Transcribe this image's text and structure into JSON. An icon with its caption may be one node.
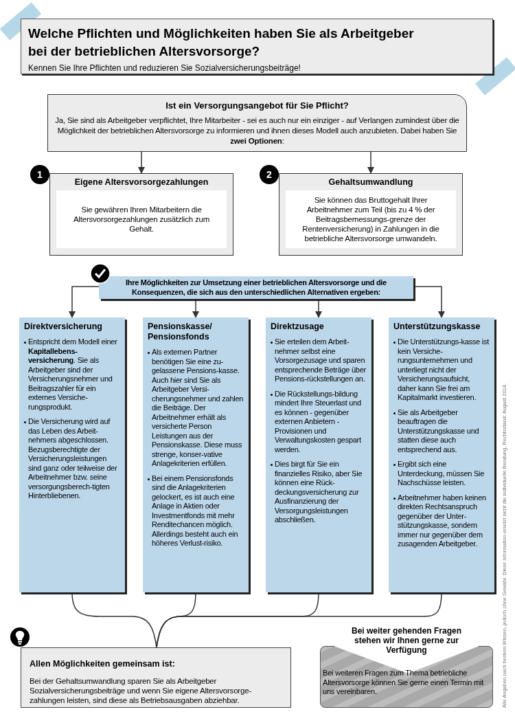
{
  "diagram": {
    "nodes": [
      {
        "text": [
          "Welche Pflichten und Möglichkeiten haben Sie als Arbeitgeber bei der betrieblichen Altersvorsorge?",
          "Kennen Sie Ihre Pflichten und reduzieren Sie Sozialversicherungsbeiträge!"
        ]
      },
      {
        "text": [
          "Ist ein Versorgungsangebot für Sie Pflicht?",
          "Ja, Sie sind als Arbeitgeber verpflichtet, Ihre Mitarbeiter - sei es auch nur ein einziger - auf Verlangen zumindest über die Möglichkeit der betrieblichen Altersvorsorge zu informieren und ihnen dieses Modell auch anzubieten. Dabei haben Sie **zwei Optionen**:"
        ]
      },
      {
        "text": [
          "Eigene Altersvorsorgezahlungen",
          "Sie gewähren Ihren Mitarbeitern die Altersvorsorgezahlungen zusätzlich zum Gehalt."
        ],
        "beside": [
          "1"
        ]
      },
      {
        "text": [
          "Gehaltsumwandlung",
          "Sie können das Bruttogehalt Ihrer Arbeitnehmer zum Teil (bis zu 4 % der Beitragsbemessungs-grenze der Rentenversicherung) in Zahlungen in die betriebliche Altersvorsorge umwandeln."
        ],
        "beside": [
          "2"
        ]
      },
      {
        "text": [
          "Ihre Möglichkeiten zur Umsetzung einer betrieblichen Altersvorsorge und die Konsequenzen, die sich aus den unterschiedlichen Alternativen ergeben:"
        ]
      },
      {
        "text": [
          "Direktversicherung",
          "Entspricht dem Modell einer **Kapitallebens-versicherung**. Sie als Arbeitgeber sind der Versicherungsnehmer und Beitragszahler für ein externes Versiche-rungsprodukt.",
          "Die Versicherung wird auf das Leben des Arbeit-nehmers abgeschlossen. Bezugsberechtigte der Versicherungsleistungen sind ganz oder teilweise der Arbeitnehmer bzw. seine versorgungsberech-tigten Hinterbliebenen."
        ]
      },
      {
        "text": [
          "Pensionskasse/ Pensionsfonds",
          "Als externen Partner benötigen Sie eine zu-gelassene Pensions-kasse. Auch hier sind Sie als Arbeitgeber Versi-cherungsnehmer und zahlen die Beiträge. Der Arbeitnehmer erhält als versicherte Person Leistungen aus der Pensionskasse. Diese muss strenge, konser-vative Anlagekriterien erfüllen.",
          "Bei einem Pensionsfonds sind die Anlagekriterien gelockert, es ist auch eine Anlage in Aktien oder Investmentfonds mit mehr Renditechancen möglich. Allerdings besteht auch ein höheres Verlust-risiko."
        ]
      },
      {
        "text": [
          "Direktzusage",
          "Sie erteilen dem Arbeit-nehmer selbst eine Vorsorgezusage und sparen entsprechende Beträge über Pensions-rückstellungen an.",
          "Die Rückstellungs-bildung mindert Ihre Steuerlast und es können - gegenüber externen Anbietern - Provisionen und Verwaltungskosten gespart werden.",
          "Dies birgt für Sie ein finanzielles Risiko, aber Sie können eine Rück-deckungsversicherung zur Ausfinanzierung der Versorgungsleistungen abschließen."
        ]
      },
      {
        "text": [
          "Unterstützungskasse",
          "Die Unterstützungs-kasse ist kein Versiche-rungsunternehmen und unterliegt nicht der Versicherungsaufsicht, daher kann Sie frei am Kapitalmarkt investieren.",
          "Sie als Arbeitgeber beauftragen die Unterstützungskasse und statten diese auch entsprechend aus.",
          "Ergibt sich eine Unterdeckung, müssen Sie Nachschüsse leisten.",
          "Arbeitnehmer haben keinen direkten Rechtsanspruch gegenüber der Unter-stützungskasse, sondern immer nur gegenüber dem zusagenden Arbeitgeber."
        ]
      },
      {
        "text": [
          "Allen Möglichkeiten gemeinsam ist:",
          "Bei der Gehaltsumwandlung sparen Sie als Arbeitgeber Sozialversicherungsbeiträge und wenn Sie eigene Altersvorsorge-zahlungen leisten, sind diese als Betriebsausgaben abziehbar."
        ]
      },
      {
        "text": [
          "Bei weiter gehenden Fragen stehen wir Ihnen gerne zur Verfügung",
          "Bei weiteren Fragen zum Thema betriebliche Altersvorsorge können Sie gerne einen Termin mit uns vereinbaren."
        ]
      }
    ],
    "edges": [
      {
        "from": 1,
        "to": 2,
        "arrow": "to"
      },
      {
        "from": 1,
        "to": 3,
        "arrow": "to"
      },
      {
        "from": 4,
        "to": 5,
        "arrow": "to"
      },
      {
        "from": 4,
        "to": 6,
        "arrow": "to"
      },
      {
        "from": 4,
        "to": 7,
        "arrow": "to"
      },
      {
        "from": 4,
        "to": 8,
        "arrow": "to"
      },
      {
        "from": 5,
        "to": 9,
        "arrow": "none"
      },
      {
        "from": 6,
        "to": 9,
        "arrow": "none"
      },
      {
        "from": 7,
        "to": 9,
        "arrow": "none"
      },
      {
        "from": 8,
        "to": 9,
        "arrow": "none"
      }
    ],
    "labels": [
      "Alle Angaben nach bestem Wissen, jedoch ohne Gewähr. Diese Information ersetzt nicht die individuelle Beratung. Rechtsstand: August 2018."
    ]
  }
}
